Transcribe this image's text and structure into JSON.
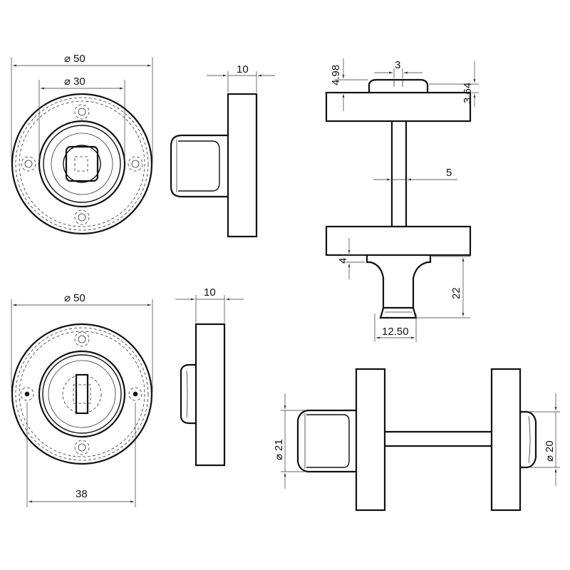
{
  "dimensions": {
    "front_top": {
      "outer_dia": "50",
      "inner_dia": "30"
    },
    "side_top": {
      "thickness": "10"
    },
    "section": {
      "head_height": "4.98",
      "slot_width": "3",
      "plate_to_head": "3.64",
      "spindle_width": "5",
      "collar_height": "4",
      "turn_length": "22",
      "turn_width": "12.50"
    },
    "front_bottom": {
      "outer_dia": "50",
      "width": "38"
    },
    "side_bottom": {
      "thickness": "10"
    },
    "assembly": {
      "turn_dia": "21",
      "release_dia": "20"
    }
  },
  "symbols": {
    "diameter": "⌀"
  }
}
